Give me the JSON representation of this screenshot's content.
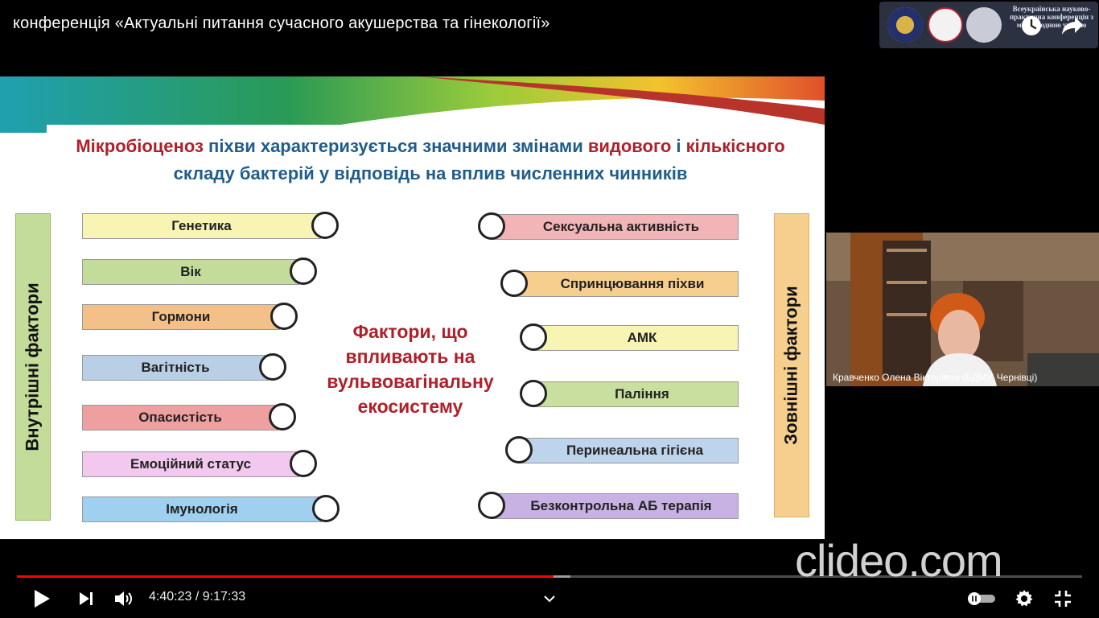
{
  "video": {
    "title": "конференція «Актуальні питання сучасного акушерства та гінекології»",
    "current_time": "4:40:23",
    "separator": " / ",
    "duration": "9:17:33",
    "progress": 0.504,
    "buffered": 0.52,
    "accent_color": "#ff0000"
  },
  "logo": {
    "text": "Всеукраїнська науково-практична конференція з міжнародною участю"
  },
  "slide": {
    "headline_parts": [
      {
        "text": "Мікробіоценоз ",
        "color": "red"
      },
      {
        "text": "піхви характеризується значними ",
        "color": "blue"
      },
      {
        "text": "змінами ",
        "color": "blue"
      },
      {
        "text": "видового ",
        "color": "red"
      },
      {
        "text": "і ",
        "color": "blue"
      },
      {
        "text": "кількісного ",
        "color": "red"
      },
      {
        "text": "складу бактерій у відповідь на вплив численних чинників",
        "color": "blue"
      }
    ],
    "left_label": "Внутрішні фактори",
    "right_label": "Зовнішні фактори",
    "center_text": "Фактори, що впливають на вульвовагінальну екосистему",
    "internal_factors": [
      {
        "label": "Генетика",
        "color": "#f7f4b4"
      },
      {
        "label": "Вік",
        "color": "#c3dc9a"
      },
      {
        "label": "Гормони",
        "color": "#f4c08a"
      },
      {
        "label": "Вагітність",
        "color": "#b9cfe6"
      },
      {
        "label": "Опасистість",
        "color": "#eea0a0"
      },
      {
        "label": "Емоційний статус",
        "color": "#f2c8ee"
      },
      {
        "label": "Імунологія",
        "color": "#9fd0ef"
      }
    ],
    "external_factors": [
      {
        "label": "Сексуальна активність",
        "color": "#f3b4b8"
      },
      {
        "label": "Спринцювання піхви",
        "color": "#f6cf8f"
      },
      {
        "label": "АМК",
        "color": "#f7f4b4"
      },
      {
        "label": "Паління",
        "color": "#c9df9f"
      },
      {
        "label": "Перинеальна гігієна",
        "color": "#bed3ec"
      },
      {
        "label": "Безконтрольна АБ терапія",
        "color": "#c8b2e3"
      }
    ]
  },
  "webcam": {
    "participant_name": "Кравченко Олена Вікторівна (БДМУ, Чернівці)"
  },
  "watermark": "clideo.com",
  "icons": {
    "play": "play-icon",
    "next": "next-icon",
    "volume": "volume-icon",
    "chapters": "chevron-down-icon",
    "autoplay": "autoplay-toggle-icon",
    "settings": "gear-icon",
    "fullscreen": "exit-fullscreen-icon",
    "watch_later": "clock-icon",
    "share": "share-icon"
  }
}
